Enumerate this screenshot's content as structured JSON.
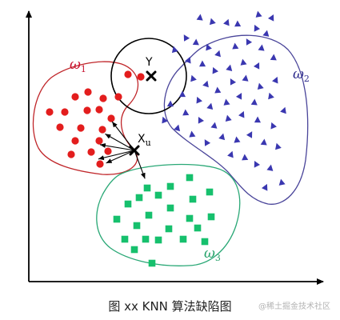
{
  "figure": {
    "caption": "图 xx KNN 算法缺陷图",
    "watermark": "@稀土掘金技术社区"
  },
  "labels": {
    "class1": {
      "symbol": "ω",
      "sub": "1",
      "color": "#c8102e"
    },
    "class2": {
      "symbol": "ω",
      "sub": "2",
      "color": "#2d2a8c"
    },
    "class3": {
      "symbol": "ω",
      "sub": "3",
      "color": "#25a26a"
    },
    "query_y": "Y",
    "query_xu": {
      "main": "X",
      "sub": "u"
    }
  },
  "colors": {
    "axis": "#000000",
    "class1": "#e31d1d",
    "class2": "#3a37b0",
    "class3": "#16c06d",
    "class1_boundary": "#c0262a",
    "class2_boundary": "#4a459a",
    "class3_boundary": "#2aa876",
    "y_circle": "#000000"
  }
}
